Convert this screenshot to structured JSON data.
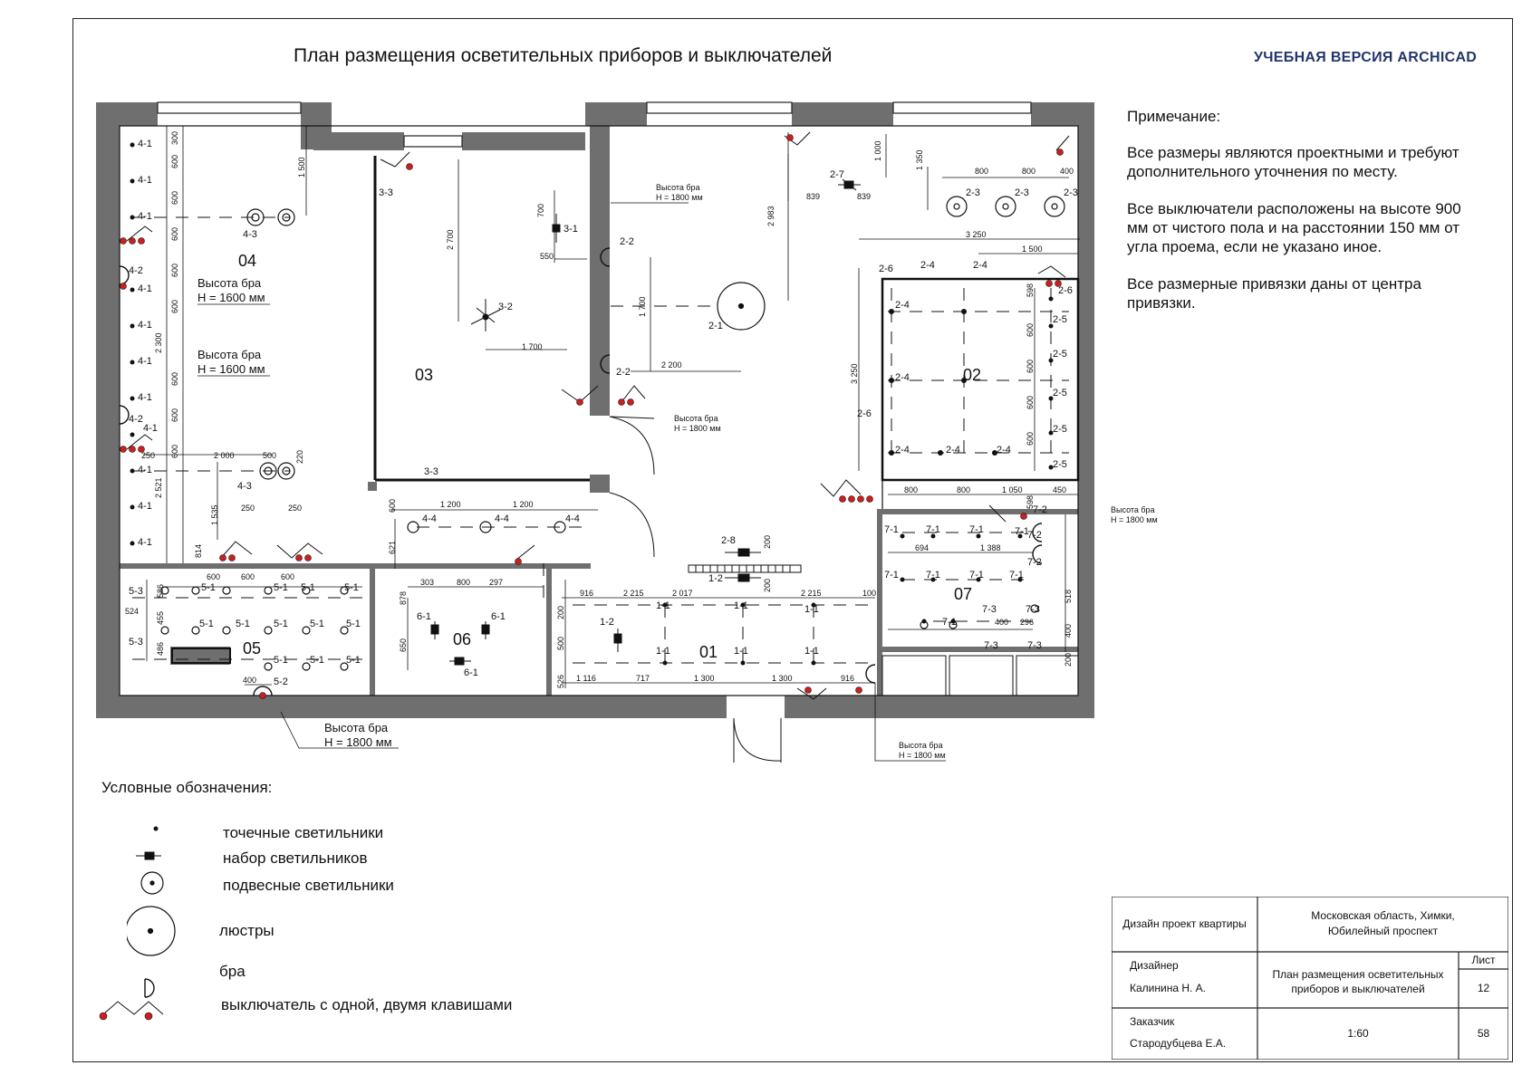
{
  "header": {
    "title": "План размещения осветительных приборов и выключателей",
    "watermark": "УЧЕБНАЯ ВЕРСИЯ ARCHICAD"
  },
  "notes": {
    "title": "Примечание:",
    "paragraphs": [
      "Все размеры являются проектными и требуют дополнительного уточнения по месту.",
      "Все выключатели расположены на высоте 900 мм от чистого пола и на расстоянии 150 мм от угла проема, если не указано иное.",
      "Все размерные привязки даны от центра привязки."
    ]
  },
  "rooms": [
    {
      "id": "04",
      "label": "04"
    },
    {
      "id": "03",
      "label": "03"
    },
    {
      "id": "02",
      "label": "02"
    },
    {
      "id": "05",
      "label": "05"
    },
    {
      "id": "06",
      "label": "06"
    },
    {
      "id": "01",
      "label": "01"
    },
    {
      "id": "07",
      "label": "07"
    }
  ],
  "sconce_notes": {
    "room04_a": [
      "Высота бра",
      "Н = 1600 мм"
    ],
    "room04_b": [
      "Высота бра",
      "Н = 1600 мм"
    ],
    "main_bottom": [
      "Высота бра",
      "Н = 1800 мм"
    ],
    "small": [
      "Высота бра",
      "Н = 1800 мм"
    ]
  },
  "fixture_labels": [
    "4-1",
    "4-2",
    "4-3",
    "3-1",
    "3-2",
    "3-3",
    "2-1",
    "2-2",
    "2-3",
    "2-4",
    "2-5",
    "2-6",
    "2-7",
    "2-8",
    "1-1",
    "1-2",
    "4-4",
    "5-1",
    "5-2",
    "5-3",
    "6-1",
    "7-1",
    "7-2",
    "7-3"
  ],
  "dimensions": [
    "300",
    "600",
    "1 500",
    "2 300",
    "250",
    "2 000",
    "500",
    "220",
    "2 521",
    "1 535",
    "814",
    "2 700",
    "700",
    "550",
    "1 700",
    "2 200",
    "2 983",
    "1 000",
    "839",
    "1 350",
    "800",
    "400",
    "3 250",
    "1 500",
    "598",
    "1 050",
    "450",
    "1 200",
    "621",
    "303",
    "297",
    "878",
    "650",
    "916",
    "2 017",
    "2 215",
    "100",
    "1 116",
    "717",
    "1 300",
    "1 388",
    "694",
    "296",
    "518",
    "200",
    "526",
    "524",
    "455",
    "586",
    "486"
  ],
  "legend": {
    "title": "Условные обозначения:",
    "items": [
      {
        "icon": "spot-light-icon",
        "label": "точечные светильники"
      },
      {
        "icon": "light-set-icon",
        "label": "набор светильников"
      },
      {
        "icon": "pendant-light-icon",
        "label": "подвесные светильники"
      },
      {
        "icon": "chandelier-icon",
        "label": "люстры"
      },
      {
        "icon": "sconce-icon",
        "label": "бра"
      },
      {
        "icon": "switch-icon",
        "label": "выключатель с одной, двумя клавишами"
      }
    ]
  },
  "title_block": {
    "project": "Дизайн проект квартиры",
    "address_line1": "Московская область, Химки,",
    "address_line2": "Юбилейный проспект",
    "designer_role": "Дизайнер",
    "designer_name": "Калинина Н. А.",
    "sheet_title_line1": "План размещения осветительных",
    "sheet_title_line2": "приборов и выключателей",
    "sheet_label": "Лист",
    "sheet_number": "12",
    "client_role": "Заказчик",
    "client_name": "Стародубцева Е.А.",
    "scale": "1:60",
    "total": "58"
  },
  "colors": {
    "wall": "#6f6f6f",
    "switch": "#cc1f1f",
    "watermark": "#23366b",
    "ink": "#111111"
  }
}
